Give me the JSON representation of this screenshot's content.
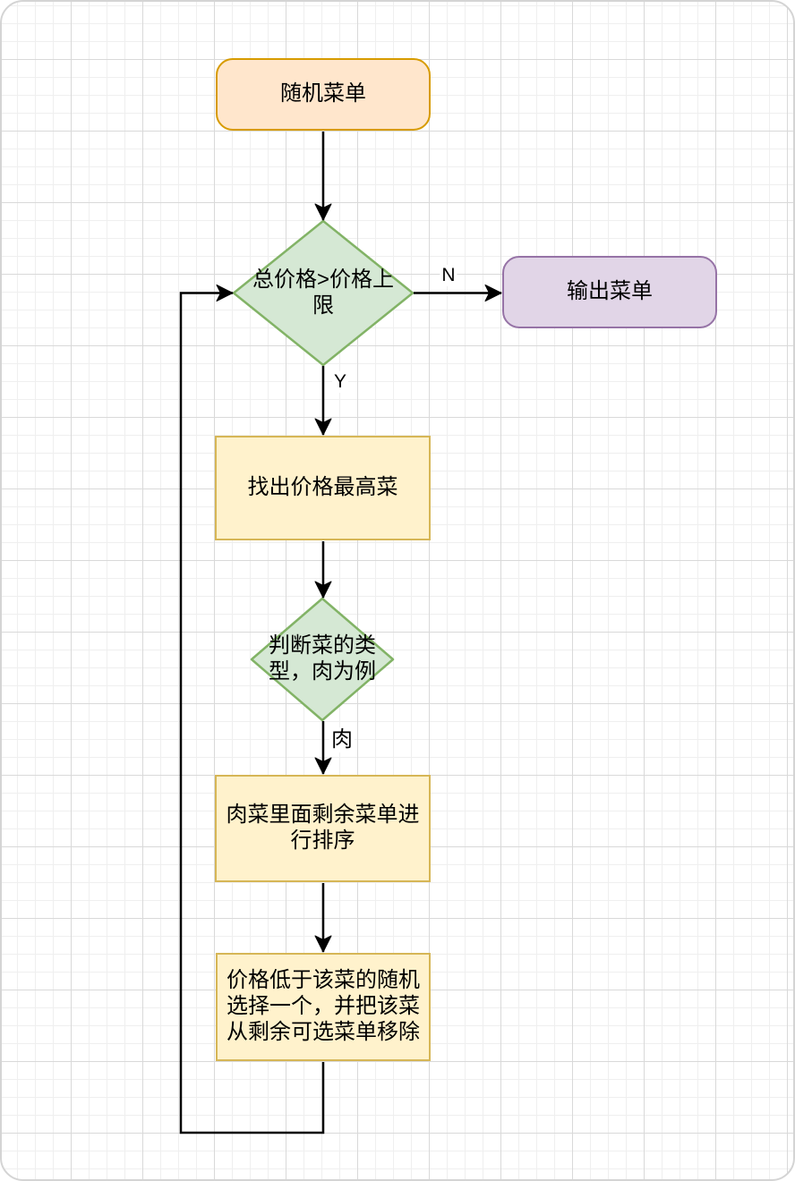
{
  "diagram": {
    "nodes": [
      {
        "id": "start",
        "type": "rounded-rect",
        "label": "随机菜单",
        "fill": "#FFE6CC",
        "border": "#D79B00"
      },
      {
        "id": "decision-price",
        "type": "diamond",
        "label": "总价格>价格上限",
        "fill": "#D5E8D4",
        "border": "#82B366"
      },
      {
        "id": "output",
        "type": "rounded-rect",
        "label": "输出菜单",
        "fill": "#E1D5E7",
        "border": "#9673A6"
      },
      {
        "id": "find-max",
        "type": "rect",
        "label": "找出价格最高菜",
        "fill": "#FFF2CC",
        "border": "#D6B656"
      },
      {
        "id": "decision-type",
        "type": "diamond",
        "label": "判断菜的类型，肉为例",
        "fill": "#D5E8D4",
        "border": "#82B366"
      },
      {
        "id": "sort-remaining",
        "type": "rect",
        "label": "肉菜里面剩余菜单进行排序",
        "fill": "#FFF2CC",
        "border": "#D6B656"
      },
      {
        "id": "pick-replace",
        "type": "rect",
        "label": "价格低于该菜的随机选择一个，并把该菜从剩余可选菜单移除",
        "fill": "#FFF2CC",
        "border": "#D6B656"
      }
    ],
    "edge_labels": {
      "no": "N",
      "yes": "Y",
      "meat": "肉"
    },
    "edge_color": "#000000"
  }
}
